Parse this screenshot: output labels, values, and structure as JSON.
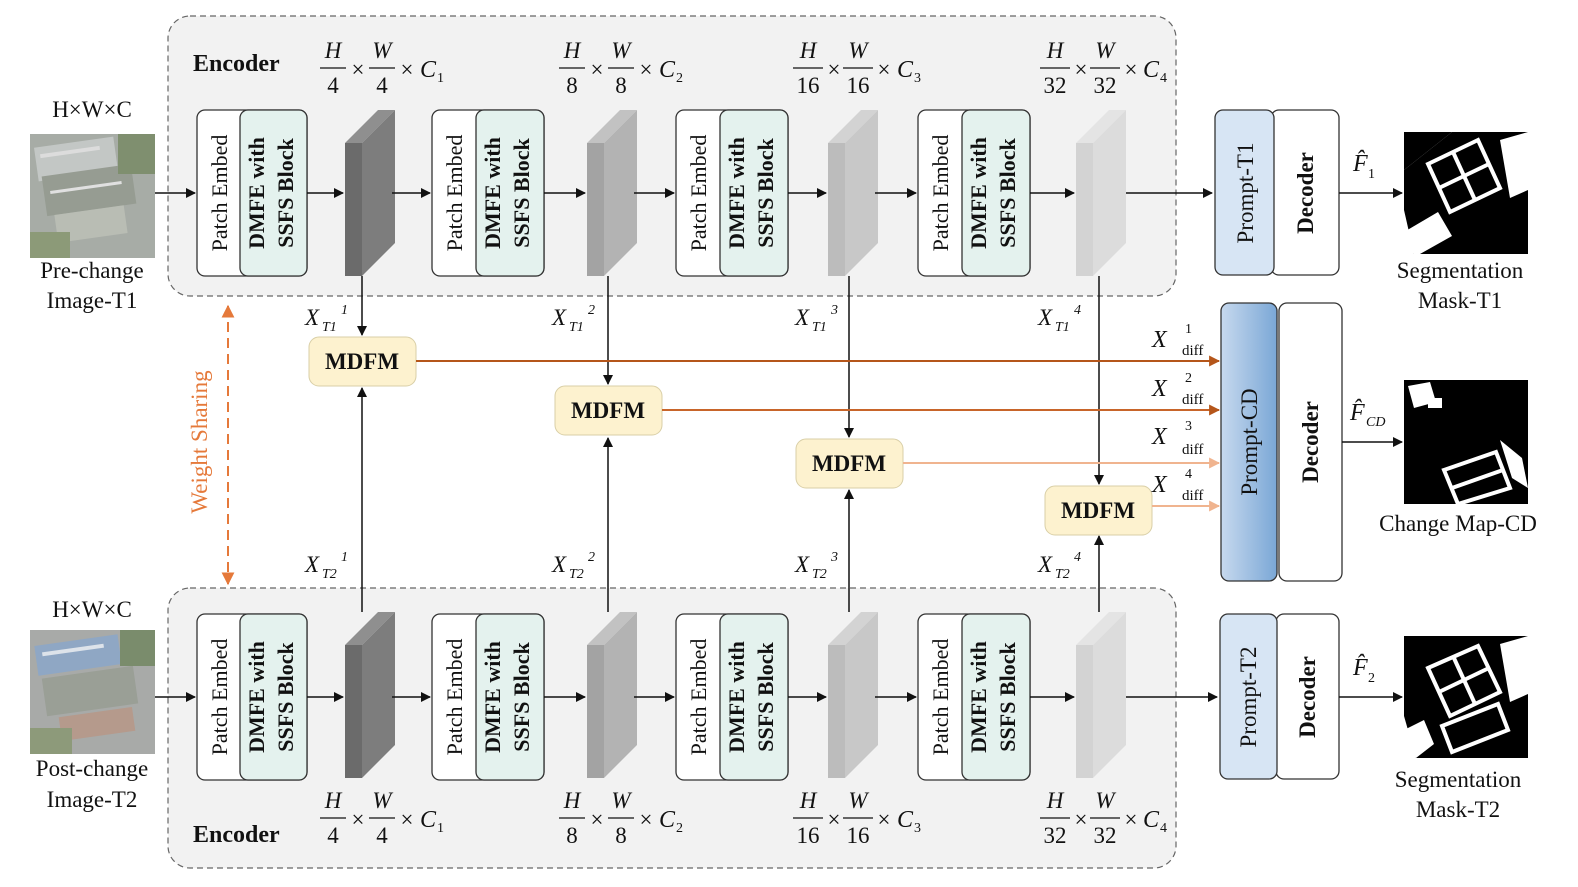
{
  "input_t1": {
    "dims": "H×W×C",
    "label_line1": "Pre-change",
    "label_line2": "Image-T1"
  },
  "input_t2": {
    "dims": "H×W×C",
    "label_line1": "Post-change",
    "label_line2": "Image-T2"
  },
  "encoder_label": "Encoder",
  "patch_embed_label": "Patch Embed",
  "dmfe_label_line1": "DMFE with",
  "dmfe_label_line2": "SSFS Block",
  "stage_dims": [
    {
      "num": "H",
      "den": "4",
      "num2": "W",
      "den2": "4",
      "channel": "C",
      "sub": "1"
    },
    {
      "num": "H",
      "den": "8",
      "num2": "W",
      "den2": "8",
      "channel": "C",
      "sub": "2"
    },
    {
      "num": "H",
      "den": "16",
      "num2": "W",
      "den2": "16",
      "channel": "C",
      "sub": "3"
    },
    {
      "num": "H",
      "den": "32",
      "num2": "W",
      "den2": "32",
      "channel": "C",
      "sub": "4"
    }
  ],
  "times_symbol": "×",
  "feature_x": "X",
  "t1_sub": "T1",
  "t2_sub": "T2",
  "superscripts": [
    "1",
    "2",
    "3",
    "4"
  ],
  "weight_sharing": "Weight Sharing",
  "mdfm_label": "MDFM",
  "diff_x": "X",
  "diff_sub": "diff",
  "prompt_t1": "Prompt-T1",
  "prompt_cd": "Prompt-CD",
  "prompt_t2": "Prompt-T2",
  "decoder_label": "Decoder",
  "f_symbol": "F̂",
  "f_sub_1": "1",
  "f_sub_cd": "CD",
  "f_sub_2": "2",
  "output_t1": {
    "line1": "Segmentation",
    "line2": "Mask-T1"
  },
  "output_cd": {
    "line1": "Change Map-CD"
  },
  "output_t2": {
    "line1": "Segmentation",
    "line2": "Mask-T2"
  },
  "colors": {
    "encoder_bg": "#f2f2f2",
    "dmfe_fill": "#e4f2ee",
    "mdfm_fill": "#fdf2cf",
    "prompt_fill": "#d7e5f4",
    "diff_arrow_dark": "#b5561a",
    "diff_arrow_light": "#f0b48f",
    "weight_sharing": "#e5793a"
  }
}
